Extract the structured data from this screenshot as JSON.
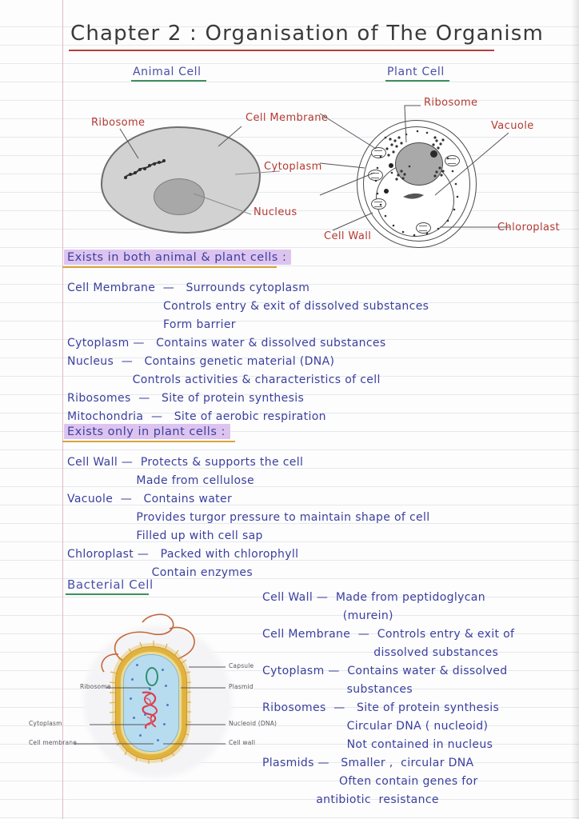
{
  "page": {
    "title": "Chapter 2 : Organisation of The Organism"
  },
  "diagrams": {
    "animal": {
      "heading": "Animal Cell",
      "labels": [
        {
          "id": "ribosome",
          "text": "Ribosome"
        },
        {
          "id": "cell-membrane",
          "text": "Cell Membrane"
        },
        {
          "id": "cytoplasm",
          "text": "Cytoplasm"
        },
        {
          "id": "nucleus",
          "text": "Nucleus"
        }
      ]
    },
    "plant": {
      "heading": "Plant Cell",
      "labels": [
        {
          "id": "ribosome",
          "text": "Ribosome"
        },
        {
          "id": "vacuole",
          "text": "Vacuole"
        },
        {
          "id": "chloroplast",
          "text": "Chloroplast"
        },
        {
          "id": "cell-wall",
          "text": "Cell Wall"
        }
      ]
    },
    "bacterial": {
      "heading": "Bacterial Cell",
      "labels": [
        {
          "id": "capsule",
          "text": "Capsule"
        },
        {
          "id": "plasmid",
          "text": "Plasmid"
        },
        {
          "id": "ribosome",
          "text": "Ribosome"
        },
        {
          "id": "cytoplasm",
          "text": "Cytoplasm"
        },
        {
          "id": "nucleoid",
          "text": "Nucleoid (DNA)"
        },
        {
          "id": "cell-membrane",
          "text": "Cell membrane"
        },
        {
          "id": "cell-wall",
          "text": "Cell wall"
        }
      ]
    }
  },
  "sections": {
    "both": {
      "heading": "Exists in both animal & plant cells :",
      "entries": [
        {
          "term": "Cell Membrane  — ",
          "lines": [
            "Surrounds cytoplasm",
            "Controls entry & exit of dissolved substances",
            "Form barrier"
          ]
        },
        {
          "term": "Cytoplasm — ",
          "lines": [
            "Contains water & dissolved substances"
          ]
        },
        {
          "term": "Nucleus  — ",
          "lines": [
            "Contains genetic material (DNA)",
            "Controls activities & characteristics of cell"
          ]
        },
        {
          "term": "Ribosomes  — ",
          "lines": [
            "Site of protein synthesis"
          ]
        },
        {
          "term": "Mitochondria  — ",
          "lines": [
            "Site of aerobic respiration"
          ]
        }
      ],
      "rendered": [
        "Cell Membrane  —   Surrounds cytoplasm",
        "                         Controls entry & exit of dissolved substances",
        "                         Form barrier",
        "Cytoplasm —   Contains water & dissolved substances",
        "Nucleus  —   Contains genetic material (DNA)",
        "                 Controls activities & characteristics of cell",
        "Ribosomes  —   Site of protein synthesis",
        "Mitochondria  —   Site of aerobic respiration"
      ]
    },
    "plant_only": {
      "heading": "Exists only in plant cells :",
      "rendered": [
        "Cell Wall —  Protects & supports the cell",
        "                  Made from cellulose",
        "Vacuole  —   Contains water",
        "                  Provides turgor pressure to maintain shape of cell",
        "                  Filled up with cell sap",
        "Chloroplast —   Packed with chlorophyll",
        "                      Contain enzymes"
      ]
    },
    "bacterial": {
      "rendered": [
        "Cell Wall —  Made from peptidoglycan",
        "                     (murein)",
        "Cell Membrane  —  Controls entry & exit of",
        "                             dissolved substances",
        "Cytoplasm —  Contains water & dissolved",
        "                      substances",
        "Ribosomes  —   Site of protein synthesis",
        "                      Circular DNA ( nucleoid)",
        "                      Not contained in nucleus",
        "Plasmids —   Smaller ,  circular DNA",
        "                    Often contain genes for",
        "              antibiotic  resistance"
      ]
    }
  },
  "colors": {
    "title_rule": "#b5403c",
    "blue_ink": "#3a3f9e",
    "red_ink": "#b23a34",
    "highlight": "#ddc4ef",
    "highlight_rule": "#d8a43c",
    "green_rule": "#3f8f5e",
    "paper_rule": "#e6e8ec",
    "margin_rule": "#e2b9c8"
  }
}
